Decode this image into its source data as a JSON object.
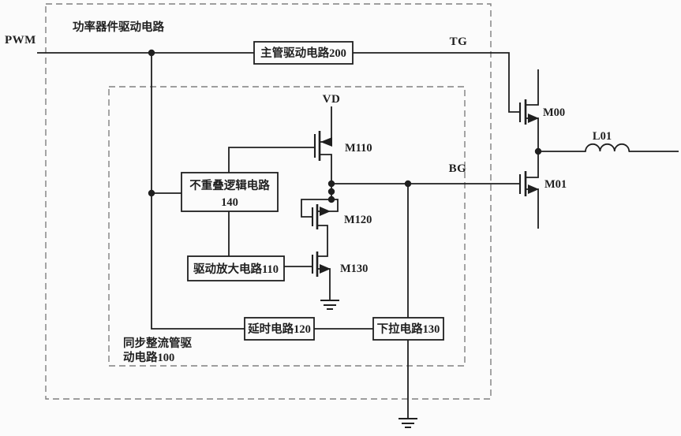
{
  "colors": {
    "ink": "#1f1f1f",
    "dashed_boundary": "#7f7f7f",
    "background": "#fbfbfb"
  },
  "labels": {
    "pwm": "PWM",
    "tg": "TG",
    "bg": "BG",
    "vd": "VD",
    "outer_title": "功率器件驱动电路",
    "inner_title_line1": "同步整流管驱",
    "inner_title_line2": "动电路100"
  },
  "blocks": {
    "main_driver": "主管驱动电路200",
    "nonoverlap_line1": "不重叠逻辑电路",
    "nonoverlap_line2": "140",
    "drive_amp": "驱动放大电路110",
    "delay": "延时电路120",
    "pulldown": "下拉电路130"
  },
  "devices": {
    "m110": "M110",
    "m120": "M120",
    "m130": "M130",
    "m00": "M00",
    "m01": "M01",
    "l01": "L01"
  }
}
